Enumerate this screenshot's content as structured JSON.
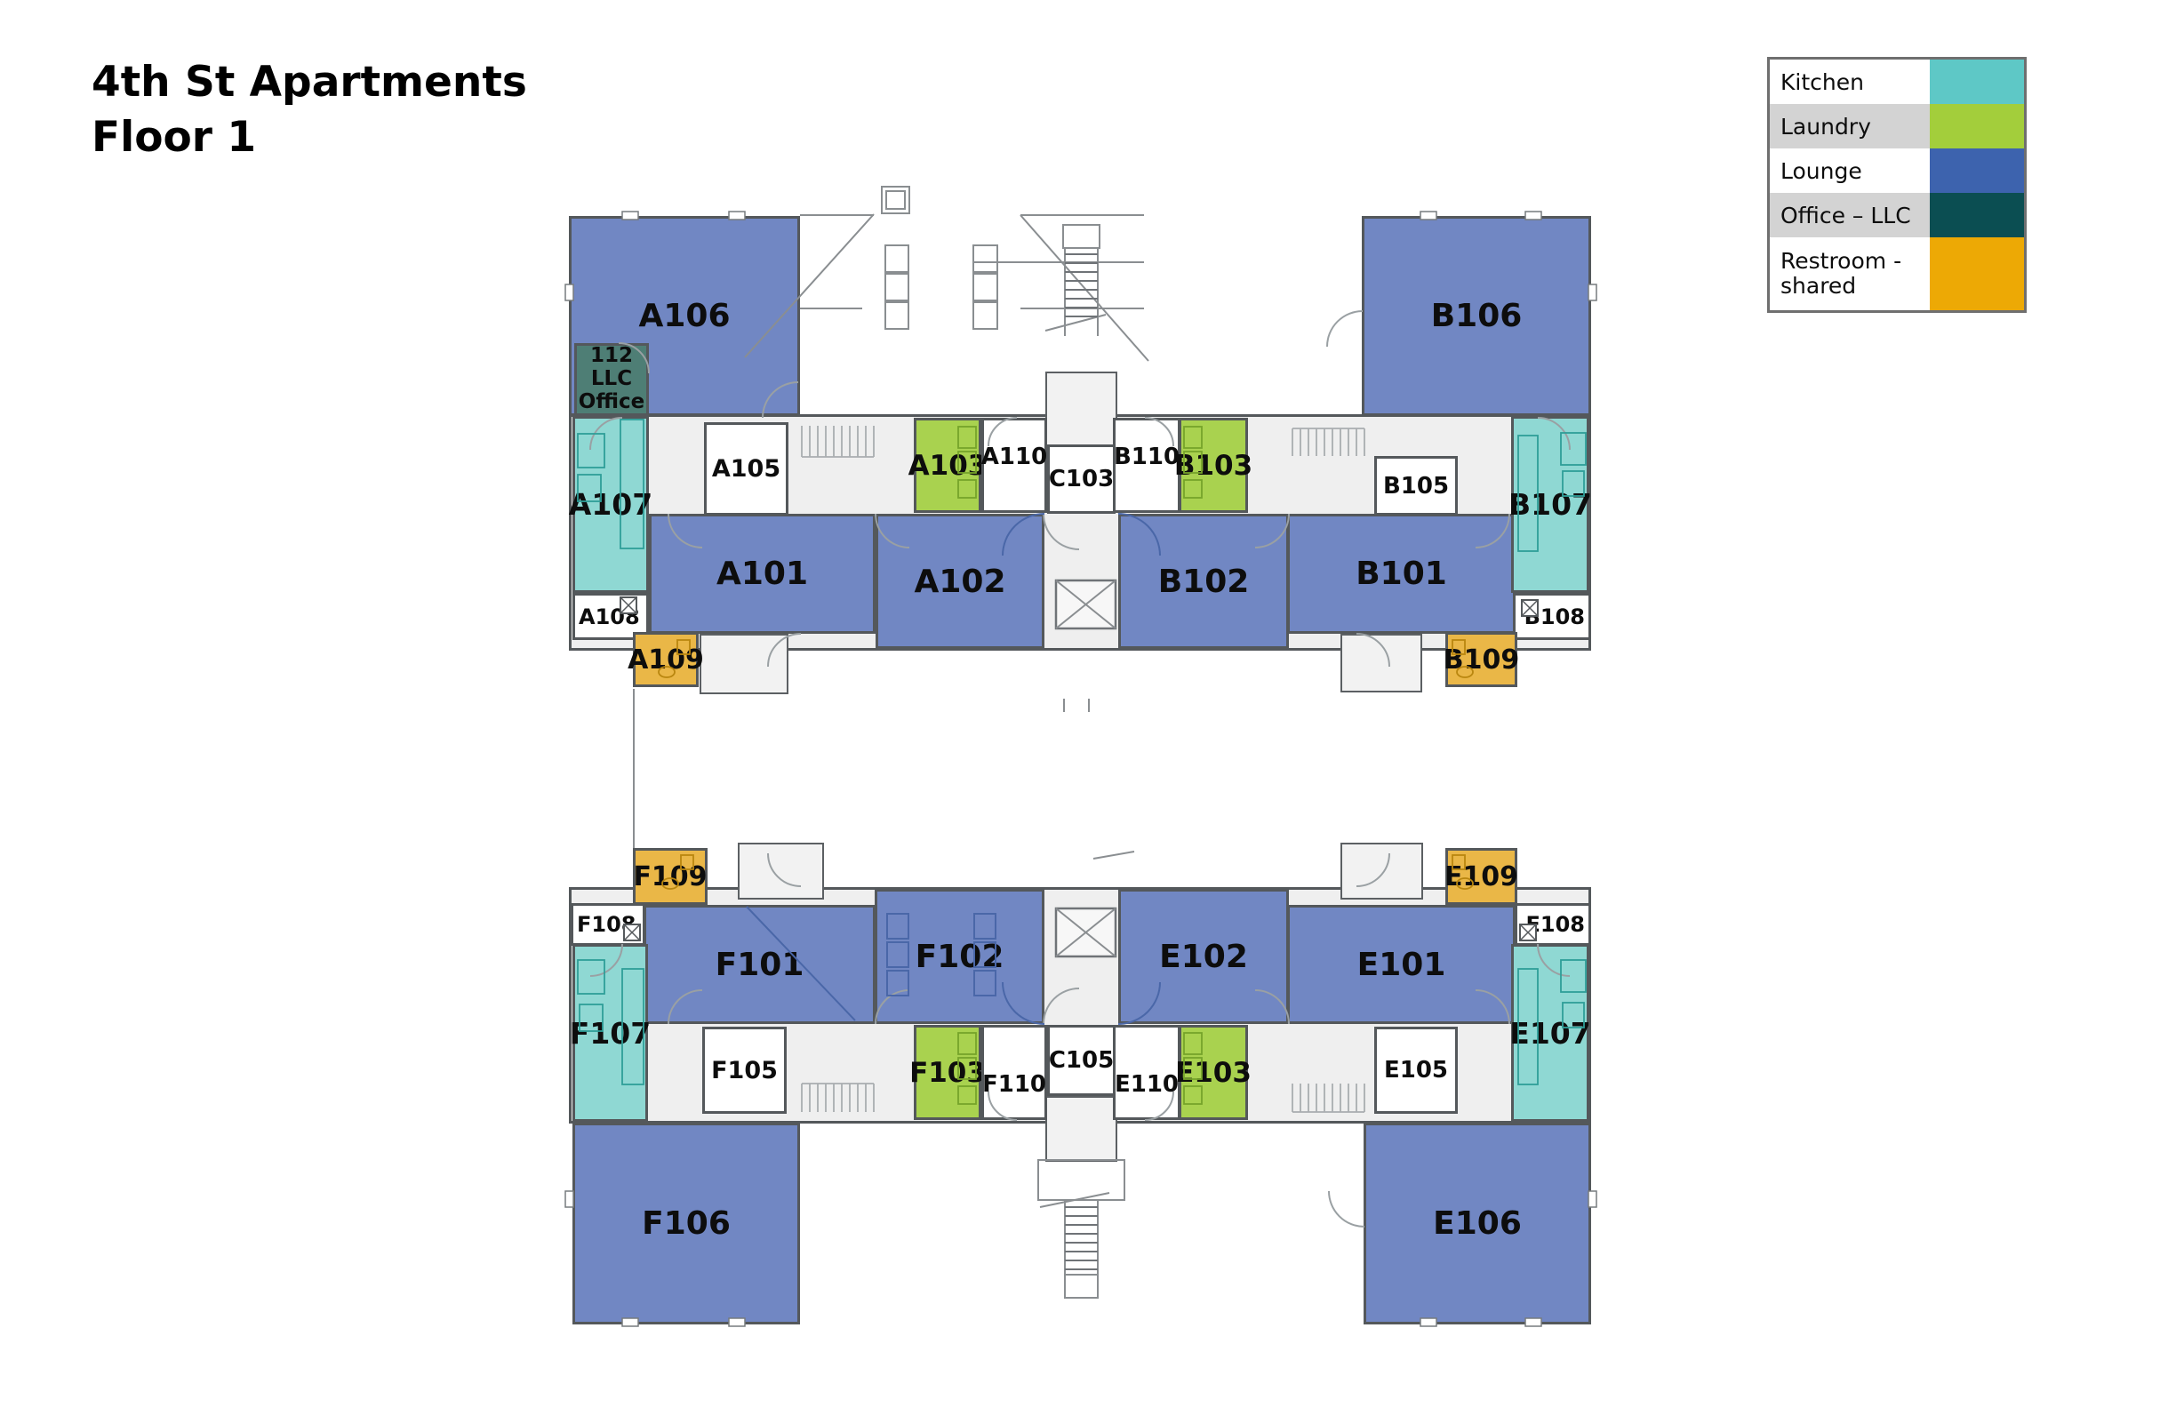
{
  "title": {
    "line1": "4th St Apartments",
    "line2": "Floor 1"
  },
  "legend": {
    "items": [
      {
        "label": "Kitchen",
        "color": "#5ec8c6"
      },
      {
        "label": "Laundry",
        "color": "#a3ce3b"
      },
      {
        "label": "Lounge",
        "color": "#3d63ae"
      },
      {
        "label": "Office – LLC",
        "color": "#0b4e52"
      },
      {
        "label": "Restroom -\nshared",
        "color": "#eda905"
      }
    ]
  },
  "colors": {
    "lounge_room": "#7187c3",
    "kitchen_room": "#8fd8d3",
    "laundry_room": "#a9d24f",
    "office_room": "#4e7e75",
    "restroom_room": "#eab747",
    "wall": "#54585b",
    "corridor": "#efefef"
  },
  "rooms": [
    {
      "id": "A106",
      "label": "A106",
      "type": "lounge"
    },
    {
      "id": "112",
      "label": "112\nLLC\nOffice",
      "type": "office"
    },
    {
      "id": "A107",
      "label": "A107",
      "type": "kitchen"
    },
    {
      "id": "A108",
      "label": "A108",
      "type": "plain"
    },
    {
      "id": "A109",
      "label": "A109",
      "type": "restroom"
    },
    {
      "id": "A101",
      "label": "A101",
      "type": "lounge"
    },
    {
      "id": "A105",
      "label": "A105",
      "type": "plain"
    },
    {
      "id": "A103",
      "label": "A103",
      "type": "laundry"
    },
    {
      "id": "A110",
      "label": "A110",
      "type": "plain"
    },
    {
      "id": "C103",
      "label": "C103",
      "type": "plain"
    },
    {
      "id": "B110",
      "label": "B110",
      "type": "plain"
    },
    {
      "id": "B103",
      "label": "B103",
      "type": "laundry"
    },
    {
      "id": "A102",
      "label": "A102",
      "type": "lounge"
    },
    {
      "id": "B102",
      "label": "B102",
      "type": "lounge"
    },
    {
      "id": "B101",
      "label": "B101",
      "type": "lounge"
    },
    {
      "id": "B105",
      "label": "B105",
      "type": "plain"
    },
    {
      "id": "B107",
      "label": "B107",
      "type": "kitchen"
    },
    {
      "id": "B108",
      "label": "B108",
      "type": "plain"
    },
    {
      "id": "B109",
      "label": "B109",
      "type": "restroom"
    },
    {
      "id": "B106",
      "label": "B106",
      "type": "lounge"
    },
    {
      "id": "F109",
      "label": "F109",
      "type": "restroom"
    },
    {
      "id": "F108",
      "label": "F108",
      "type": "plain"
    },
    {
      "id": "F101",
      "label": "F101",
      "type": "lounge"
    },
    {
      "id": "F107",
      "label": "F107",
      "type": "kitchen"
    },
    {
      "id": "F105",
      "label": "F105",
      "type": "plain"
    },
    {
      "id": "F106",
      "label": "F106",
      "type": "lounge"
    },
    {
      "id": "F102",
      "label": "F102",
      "type": "lounge"
    },
    {
      "id": "F103",
      "label": "F103",
      "type": "laundry"
    },
    {
      "id": "F110",
      "label": "F110",
      "type": "plain"
    },
    {
      "id": "C105",
      "label": "C105",
      "type": "plain"
    },
    {
      "id": "E110",
      "label": "E110",
      "type": "plain"
    },
    {
      "id": "E103",
      "label": "E103",
      "type": "laundry"
    },
    {
      "id": "E102",
      "label": "E102",
      "type": "lounge"
    },
    {
      "id": "E101",
      "label": "E101",
      "type": "lounge"
    },
    {
      "id": "E105",
      "label": "E105",
      "type": "plain"
    },
    {
      "id": "E107",
      "label": "E107",
      "type": "kitchen"
    },
    {
      "id": "E108",
      "label": "E108",
      "type": "plain"
    },
    {
      "id": "E109",
      "label": "E109",
      "type": "restroom"
    },
    {
      "id": "E106",
      "label": "E106",
      "type": "lounge"
    }
  ]
}
